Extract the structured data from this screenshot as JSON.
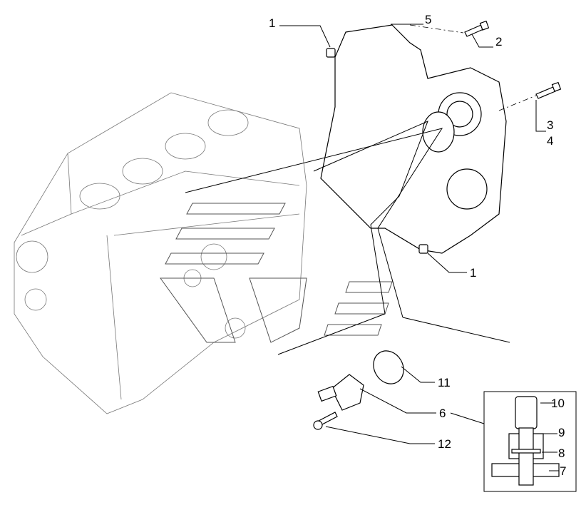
{
  "diagram": {
    "callouts": {
      "c1_top": "1",
      "c5": "5",
      "c2": "2",
      "c3": "3",
      "c4": "4",
      "c1_right": "1",
      "c11": "11",
      "c6": "6",
      "c12": "12",
      "c10": "10",
      "c9": "9",
      "c8": "8",
      "c7": "7"
    }
  }
}
